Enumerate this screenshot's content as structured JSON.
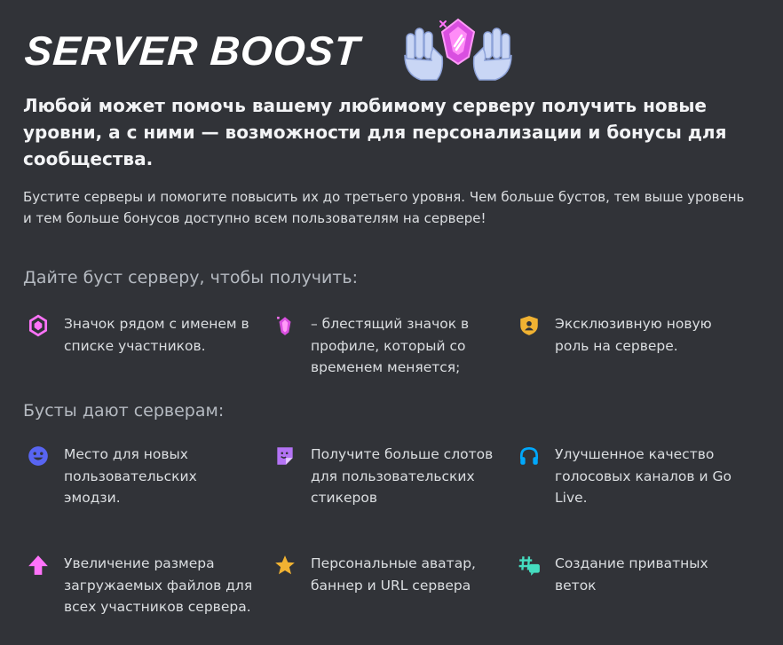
{
  "header": {
    "title": "SERVER BOOST",
    "hero_icon": "hands-holding-gem-icon"
  },
  "intro": {
    "lead": "Любой может помочь вашему любимому серверу получить новые уровни, а с ними — возможности для персонализации и бонусы для сообщества.",
    "sub": "Бустите серверы и помогите повысить их до третьего уровня. Чем больше бустов, тем выше уровень и тем больше бонусов доступно всем пользователям на сервере!"
  },
  "booster_perks": {
    "heading": "Дайте буст серверу, чтобы получить:",
    "items": [
      {
        "icon": "boost-badge-icon",
        "text": "Значок рядом с именем в списке участников."
      },
      {
        "icon": "shiny-gem-icon",
        "text": "– блестящий значок в профиле, который со временем меняется;"
      },
      {
        "icon": "role-shield-icon",
        "text": "Эксклюзивную новую роль на сервере."
      }
    ]
  },
  "server_perks": {
    "heading": "Бусты дают серверам:",
    "items": [
      {
        "icon": "emoji-icon",
        "text": "Место для новых пользовательских эмодзи."
      },
      {
        "icon": "sticker-icon",
        "text": "Получите больше слотов для пользовательских стикеров"
      },
      {
        "icon": "headphones-icon",
        "text": "Улучшенное качество голосовых каналов и Go Live."
      },
      {
        "icon": "upload-arrow-icon",
        "text": "Увеличение размера загружаемых файлов для всех участников сервера."
      },
      {
        "icon": "star-icon",
        "text": "Персональные аватар, баннер и URL сервера"
      },
      {
        "icon": "thread-icon",
        "text": "Создание приватных веток"
      }
    ]
  },
  "colors": {
    "background": "#313338",
    "pink": "#ff73fa",
    "purple": "#b473f5",
    "gold": "#f0b232",
    "blue": "#5865f2",
    "teal": "#45ddc0",
    "light_blue": "#00a8fc"
  }
}
